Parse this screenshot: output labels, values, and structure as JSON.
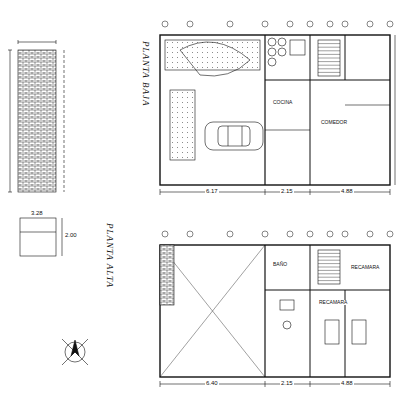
{
  "diagram": {
    "labels": [
      "PLANTA BAJA",
      "PLANTA ALTA",
      "6.17",
      "2.15",
      "4.88",
      "6.40",
      "2.15",
      "4.88",
      "3.28",
      "2.00",
      "COCINA",
      "COMEDOR",
      "RECAMARA",
      "RECAMARA",
      "BAÑO"
    ]
  }
}
